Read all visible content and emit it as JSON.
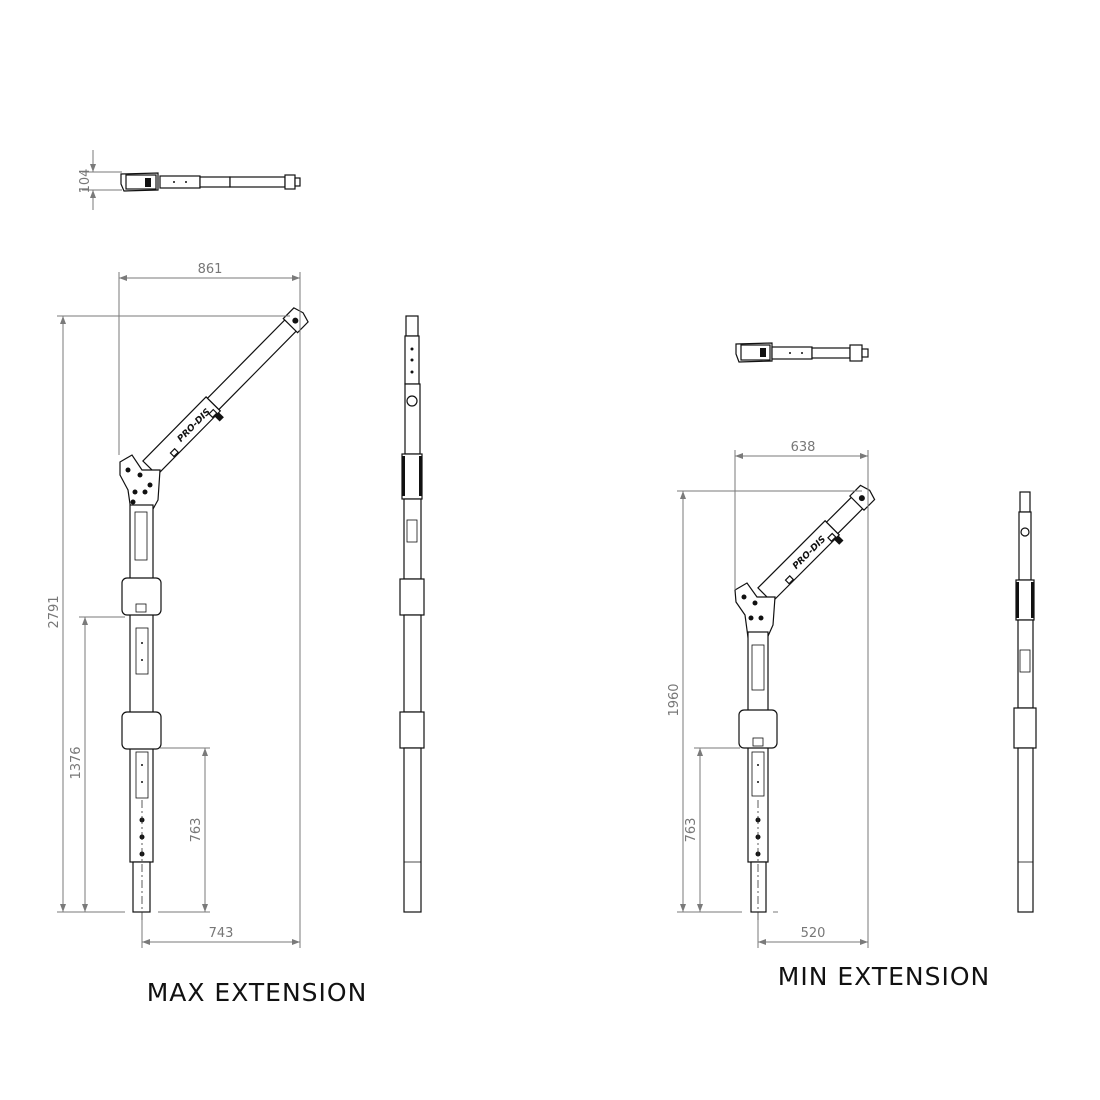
{
  "max_extension": {
    "title": "MAX EXTENSION",
    "dimensions": {
      "top_view_width": "104",
      "reach_horizontal": "861",
      "total_height": "2791",
      "mid_height": "1376",
      "base_height": "763",
      "base_offset": "743"
    }
  },
  "min_extension": {
    "title": "MIN EXTENSION",
    "dimensions": {
      "reach_horizontal": "638",
      "total_height": "1960",
      "base_height": "763",
      "base_offset": "520"
    }
  },
  "logo_text": "PRO-DIS",
  "colors": {
    "line": "#111111",
    "dimension": "#7a7a7a",
    "background": "#ffffff"
  }
}
